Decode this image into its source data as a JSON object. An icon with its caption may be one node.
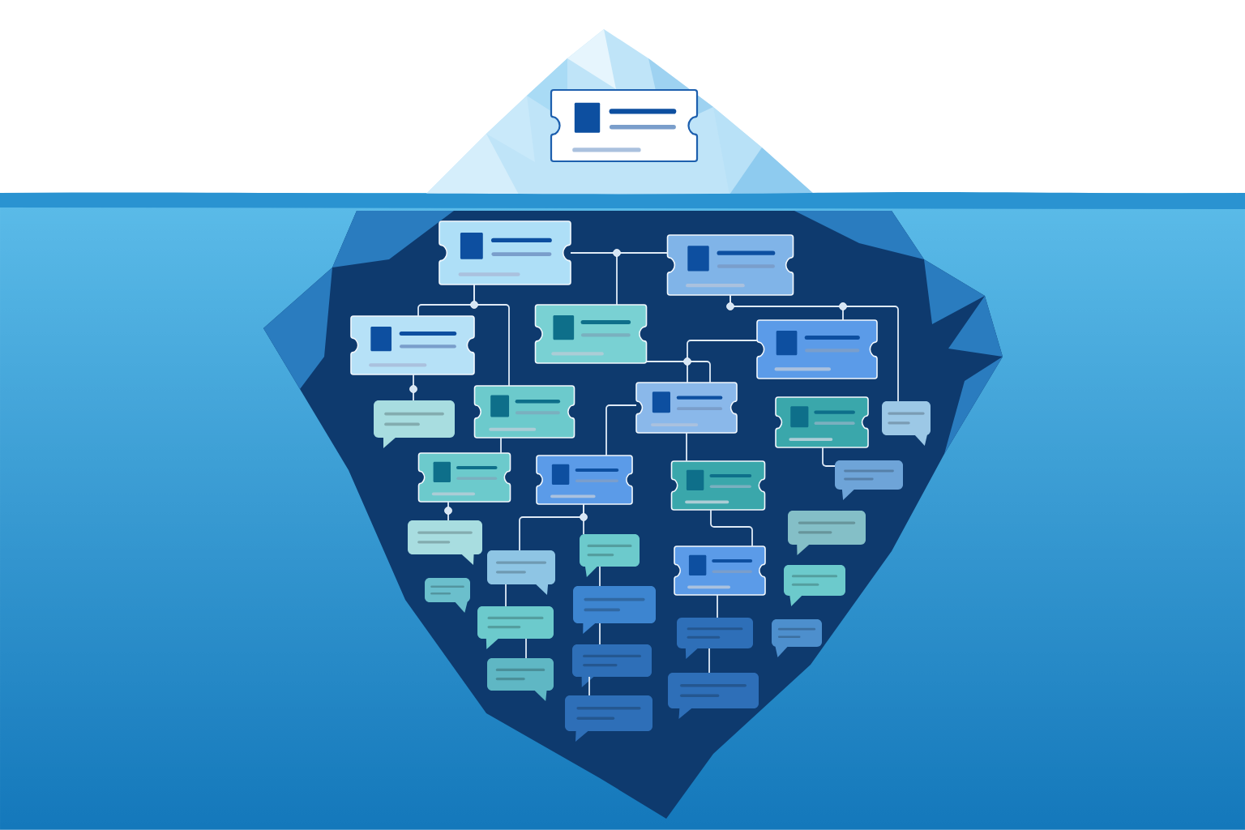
{
  "diagram": {
    "nodes": [
      {
        "text": [],
        "shape": "ticket"
      },
      {
        "text": [],
        "shape": "ticket"
      },
      {
        "text": [],
        "shape": "ticket"
      },
      {
        "text": [],
        "shape": "ticket"
      },
      {
        "text": [],
        "shape": "ticket"
      },
      {
        "text": [],
        "shape": "ticket"
      },
      {
        "text": [],
        "shape": "ticket"
      },
      {
        "text": [],
        "shape": "ticket"
      },
      {
        "text": [],
        "shape": "ticket"
      },
      {
        "text": [],
        "shape": "bubble"
      },
      {
        "text": [],
        "shape": "bubble"
      },
      {
        "text": [],
        "shape": "ticket"
      },
      {
        "text": [],
        "shape": "ticket"
      },
      {
        "text": [],
        "shape": "ticket"
      },
      {
        "text": [],
        "shape": "bubble"
      },
      {
        "text": [],
        "shape": "bubble"
      },
      {
        "text": [],
        "shape": "bubble"
      },
      {
        "text": [],
        "shape": "bubble"
      },
      {
        "text": [],
        "shape": "bubble"
      },
      {
        "text": [],
        "shape": "ticket"
      },
      {
        "text": [],
        "shape": "bubble"
      },
      {
        "text": [],
        "shape": "bubble"
      },
      {
        "text": [],
        "shape": "bubble"
      },
      {
        "text": [],
        "shape": "bubble"
      },
      {
        "text": [],
        "shape": "bubble"
      },
      {
        "text": [],
        "shape": "bubble"
      },
      {
        "text": [],
        "shape": "bubble"
      },
      {
        "text": [],
        "shape": "bubble"
      },
      {
        "text": [],
        "shape": "bubble"
      },
      {
        "text": [],
        "shape": "bubble"
      }
    ],
    "edges": [
      {
        "from": 1,
        "to": 2,
        "arrow": "none"
      },
      {
        "from": 1,
        "to": 3,
        "arrow": "none"
      },
      {
        "from": 1,
        "to": 4,
        "arrow": "none"
      },
      {
        "from": 1,
        "to": 6,
        "arrow": "none"
      },
      {
        "from": 2,
        "to": 5,
        "arrow": "none"
      },
      {
        "from": 2,
        "to": 10,
        "arrow": "none"
      },
      {
        "from": 3,
        "to": 7,
        "arrow": "none"
      },
      {
        "from": 5,
        "to": 7,
        "arrow": "none"
      },
      {
        "from": 4,
        "to": 9,
        "arrow": "none"
      },
      {
        "from": 6,
        "to": 11,
        "arrow": "none"
      },
      {
        "from": 7,
        "to": 12,
        "arrow": "none"
      },
      {
        "from": 7,
        "to": 13,
        "arrow": "none"
      },
      {
        "from": 8,
        "to": 14,
        "arrow": "none"
      },
      {
        "from": 11,
        "to": 15,
        "arrow": "none"
      },
      {
        "from": 12,
        "to": 17,
        "arrow": "none"
      },
      {
        "from": 12,
        "to": 18,
        "arrow": "none"
      },
      {
        "from": 13,
        "to": 19,
        "arrow": "none"
      },
      {
        "from": 17,
        "to": 22,
        "arrow": "none"
      },
      {
        "from": 22,
        "to": 27,
        "arrow": "none"
      },
      {
        "from": 18,
        "to": 23,
        "arrow": "none"
      },
      {
        "from": 23,
        "to": 26,
        "arrow": "none"
      },
      {
        "from": 26,
        "to": 29,
        "arrow": "none"
      },
      {
        "from": 19,
        "to": 24,
        "arrow": "none"
      },
      {
        "from": 24,
        "to": 28,
        "arrow": "none"
      }
    ]
  }
}
